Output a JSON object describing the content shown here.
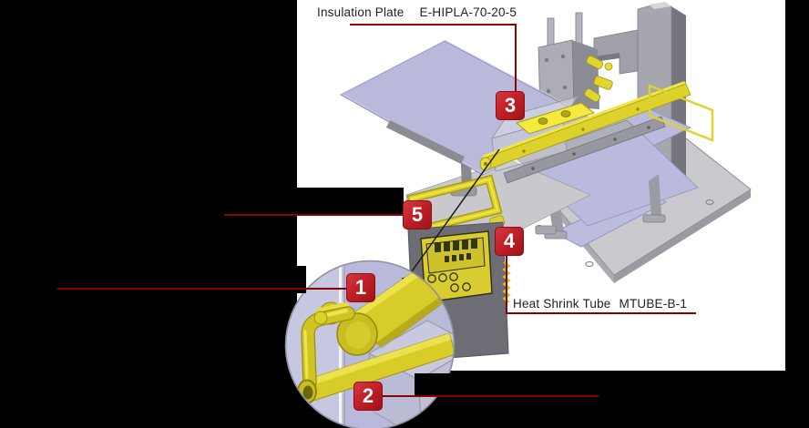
{
  "diagram_title": "Heat shrink tube machine callout diagram",
  "colors": {
    "canvas_black": "#000000",
    "paper_white": "#ffffff",
    "badge_red_light": "#d6383f",
    "badge_red_dark": "#a01218",
    "leader_line_red": "#8e0000",
    "lavender_plate": "#b9badb",
    "machine_yellow": "#d8cc28",
    "frame_gray": "#a6a6af",
    "panel_dark_gray": "#6d6d75"
  },
  "badges": {
    "b1": "1",
    "b2": "2",
    "b3": "3",
    "b4": "4",
    "b5": "5"
  },
  "labels": {
    "insulation_plate": {
      "name": "Insulation Plate",
      "part_no": "E-HIPLA-70-20-5"
    },
    "heat_shrink_tube": {
      "name": "Heat Shrink Tube",
      "part_no": "MTUBE-B-1"
    },
    "hidden_upper_left": {
      "text": ""
    },
    "hidden_lower_left": {
      "text": ""
    },
    "hidden_bottom": {
      "text": ""
    }
  }
}
